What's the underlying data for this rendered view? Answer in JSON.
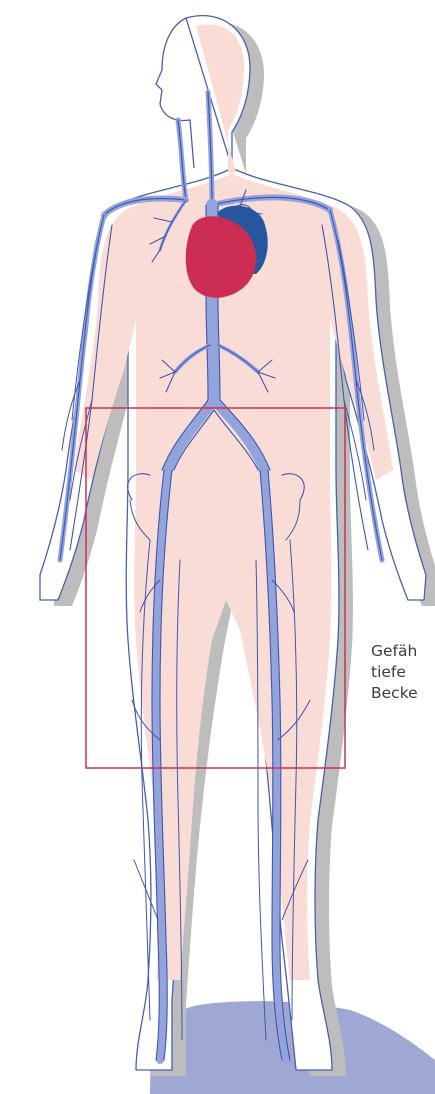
{
  "caption": {
    "line1": "Gefäh",
    "line2": "tiefe",
    "line3": "Becke"
  },
  "colors": {
    "body_fill": "#f9dcd6",
    "shadow": "#b9b9ba",
    "floor_shadow": "#9fa8d3",
    "outline": "#4a5fae",
    "vein_fill": "#93a3dc",
    "vein_stroke": "#3f57ad",
    "heart_red": "#cc2d52",
    "heart_blue": "#27559e",
    "highlight_box": "#c8324f"
  },
  "icons": [
    "heart-icon",
    "vein-network-icon",
    "human-body-icon"
  ]
}
